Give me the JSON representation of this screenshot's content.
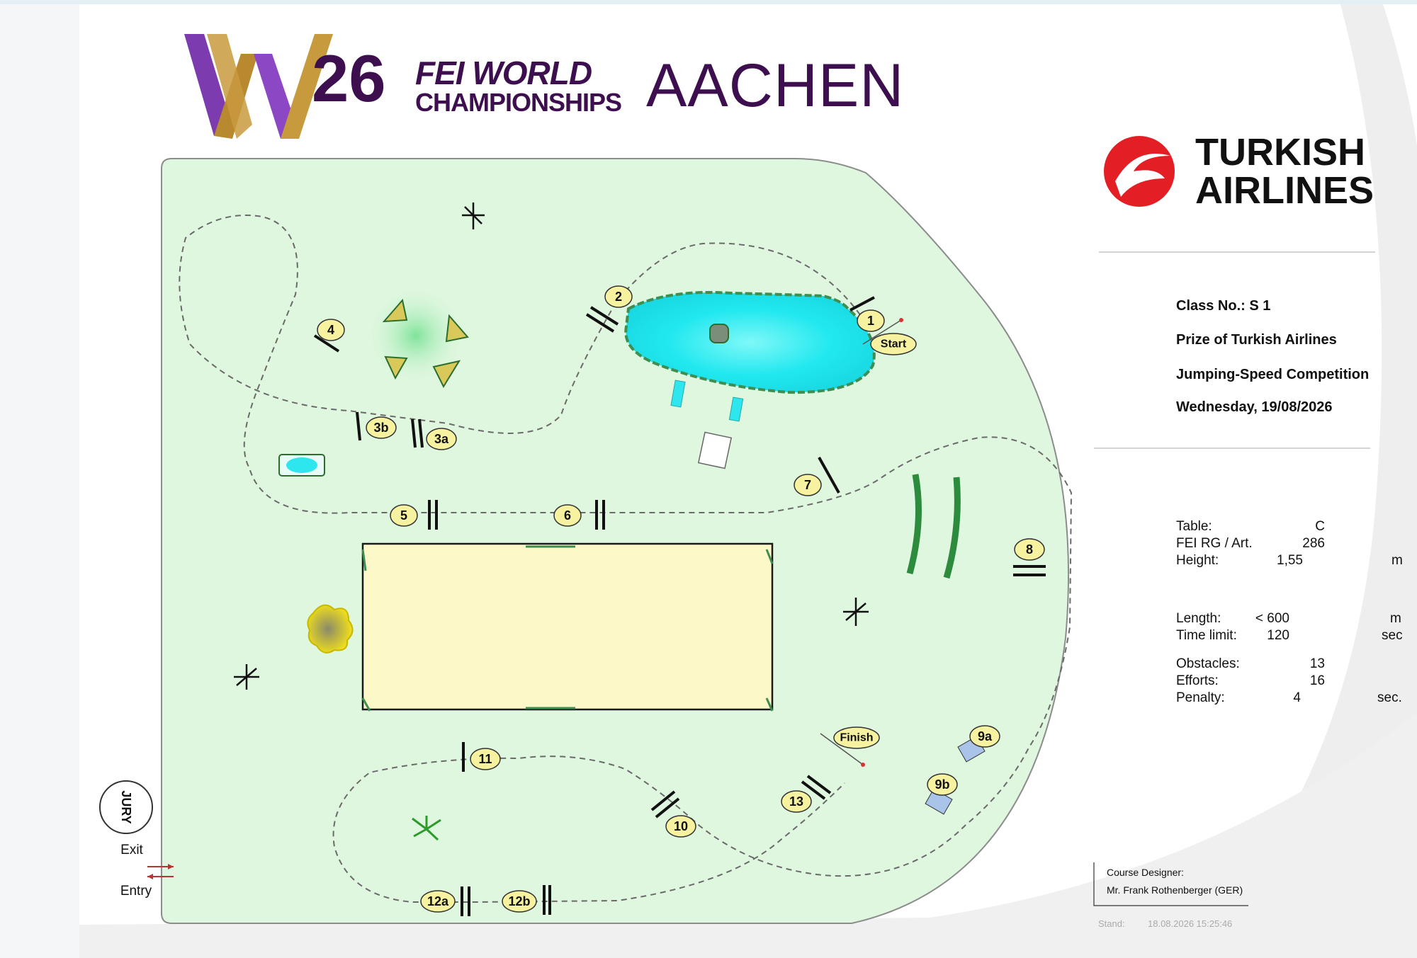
{
  "header": {
    "event_year": "26",
    "org_line1": "FEI WORLD",
    "org_line2": "CHAMPIONSHIPS",
    "city": "AACHEN"
  },
  "sponsor": {
    "line1": "TURKISH",
    "line2": "AIRLINES",
    "logo_color": "#e31e24"
  },
  "class_info": {
    "class_no": "Class No.: S 1",
    "prize": "Prize of Turkish Airlines",
    "competition": "Jumping-Speed Competition",
    "date": "Wednesday, 19/08/2026"
  },
  "stats": {
    "table_label": "Table:",
    "table_value": "C",
    "rg_label": "FEI RG / Art.",
    "rg_value": "286",
    "height_label": "Height:",
    "height_value": "1,55",
    "height_unit": "m",
    "length_label": "Length:",
    "length_value": "< 600",
    "length_unit": "m",
    "time_label": "Time limit:",
    "time_value": "120",
    "time_unit": "sec",
    "obstacles_label": "Obstacles:",
    "obstacles_value": "13",
    "efforts_label": "Efforts:",
    "efforts_value": "16",
    "penalty_label": "Penalty:",
    "penalty_value": "4",
    "penalty_unit": "sec."
  },
  "designer": {
    "label": "Course Designer:",
    "name": "Mr. Frank Rothenberger (GER)"
  },
  "stand": {
    "label": "Stand:",
    "value": "18.08.2026 15:25:46"
  },
  "arena": {
    "jury": "JURY",
    "exit": "Exit",
    "entry": "Entry"
  },
  "obstacle_labels": {
    "start": "Start",
    "finish": "Finish",
    "o1": "1",
    "o2": "2",
    "o3a": "3a",
    "o3b": "3b",
    "o4": "4",
    "o5": "5",
    "o6": "6",
    "o7": "7",
    "o8": "8",
    "o9a": "9a",
    "o9b": "9b",
    "o10": "10",
    "o11": "11",
    "o12a": "12a",
    "o12b": "12b",
    "o13": "13"
  },
  "colors": {
    "brand_purple": "#3d0f4e",
    "gold": "#b8892e",
    "arena_green": "#dff7df",
    "water": "#2ee6ee",
    "label_yellow": "#f7f2a0"
  }
}
